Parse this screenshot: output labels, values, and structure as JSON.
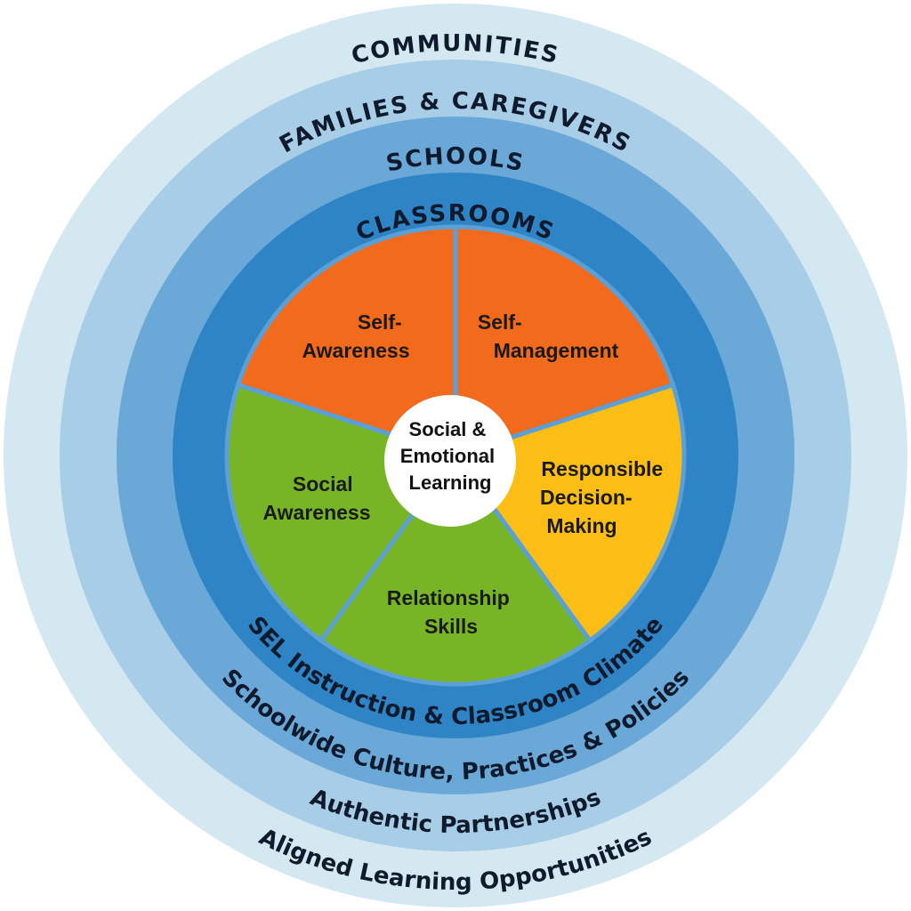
{
  "colors": {
    "communities": "#d4e8f2",
    "families": "#a8cde6",
    "schools": "#6aa8d8",
    "classrooms": "#2f84c6",
    "separator": "#5a9fd6",
    "orange": "#f26a1b",
    "yellow": "#fcbe14",
    "green": "#78b526",
    "center": "#ffffff"
  },
  "rings": {
    "communities": {
      "title": "COMMUNITIES",
      "subtitle": "Aligned Learning Opportunities"
    },
    "families": {
      "title": "FAMILIES & CAREGIVERS",
      "subtitle": "Authentic Partnerships"
    },
    "schools": {
      "title": "SCHOOLS",
      "subtitle": "Schoolwide Culture, Practices & Policies"
    },
    "classrooms": {
      "title": "CLASSROOMS",
      "subtitle": "SEL Instruction & Classroom Climate"
    }
  },
  "center": {
    "lines": [
      "Social &",
      "Emotional",
      "Learning"
    ]
  },
  "competencies": [
    {
      "lines": [
        "Self-",
        "Awareness"
      ],
      "color": "#f26a1b"
    },
    {
      "lines": [
        "Self-",
        "Management"
      ],
      "color": "#f26a1b"
    },
    {
      "lines": [
        "Responsible",
        "Decision-",
        "Making"
      ],
      "color": "#fcbe14"
    },
    {
      "lines": [
        "Relationship",
        "Skills"
      ],
      "color": "#78b526"
    },
    {
      "lines": [
        "Social",
        "Awareness"
      ],
      "color": "#78b526"
    }
  ]
}
